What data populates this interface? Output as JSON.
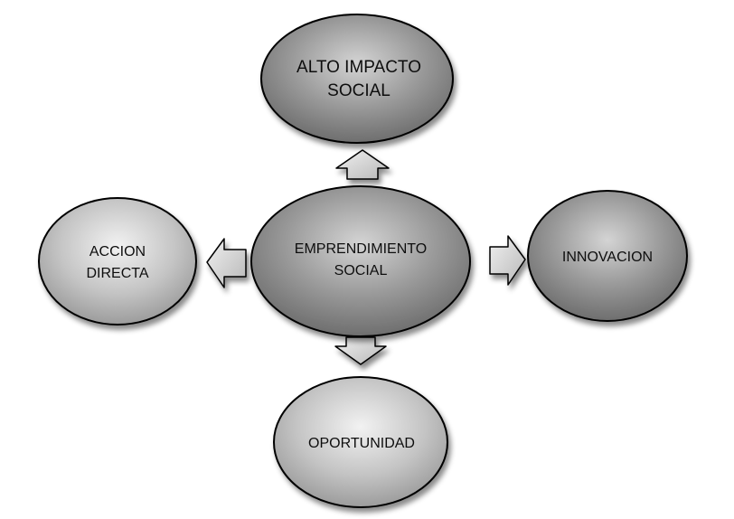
{
  "diagram": {
    "center": {
      "line1": "EMPRENDIMIENTO",
      "line2": "SOCIAL"
    },
    "top": {
      "line1": "ALTO IMPACTO",
      "line2": "SOCIAL"
    },
    "left": {
      "line1": "ACCION",
      "line2": "DIRECTA"
    },
    "right": {
      "line1": "INNOVACION"
    },
    "bottom": {
      "line1": "OPORTUNIDAD"
    }
  },
  "colors": {
    "node_dark": "#8a8a8a",
    "node_light": "#bdbdbd",
    "node_highlight": "#ececec",
    "arrow_fill": "#d6d6d6",
    "outline": "#000000"
  }
}
